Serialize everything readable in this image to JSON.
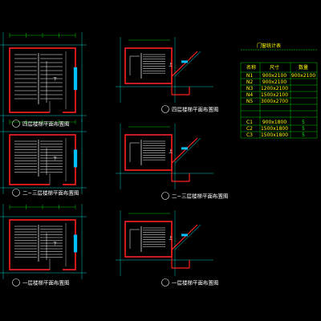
{
  "colors": {
    "background": "#000000",
    "wall": "#ff2020",
    "stair": "#ffffff",
    "axis": "#00ffff",
    "dimension": "#00ff00",
    "text": "#ffffff",
    "table_text": "#ffff00",
    "table_text2": "#00ff00",
    "window_fill": "#00c0ff"
  },
  "drawings": {
    "left": [
      {
        "label": "四层楼梯平面布置图"
      },
      {
        "label": "二~三层楼梯平面布置图"
      },
      {
        "label": "一层楼梯平面布置图"
      }
    ],
    "mid": [
      {
        "label": "四层楼梯平面布置图"
      },
      {
        "label": "二~三层楼梯平面布置图"
      },
      {
        "label": "一层楼梯平面布置图"
      }
    ],
    "stair_marks": {
      "down": "下",
      "up": "上"
    }
  },
  "door_table": {
    "title": "门窗统计表",
    "headers": [
      "名称",
      "尺寸",
      "数量"
    ],
    "rows": [
      [
        "N1",
        "900x2100",
        "900x2100"
      ],
      [
        "N2",
        "900x2100",
        ""
      ],
      [
        "N3",
        "1200x2100",
        ""
      ],
      [
        "N4",
        "1500x2100",
        ""
      ],
      [
        "N5",
        "3000x2700",
        ""
      ],
      [
        "",
        "",
        ""
      ],
      [
        "",
        "",
        ""
      ],
      [
        "C1",
        "900x1800",
        "5"
      ],
      [
        "C2",
        "1500x1800",
        "5"
      ],
      [
        "C3",
        "1500x1800",
        "5"
      ]
    ]
  }
}
